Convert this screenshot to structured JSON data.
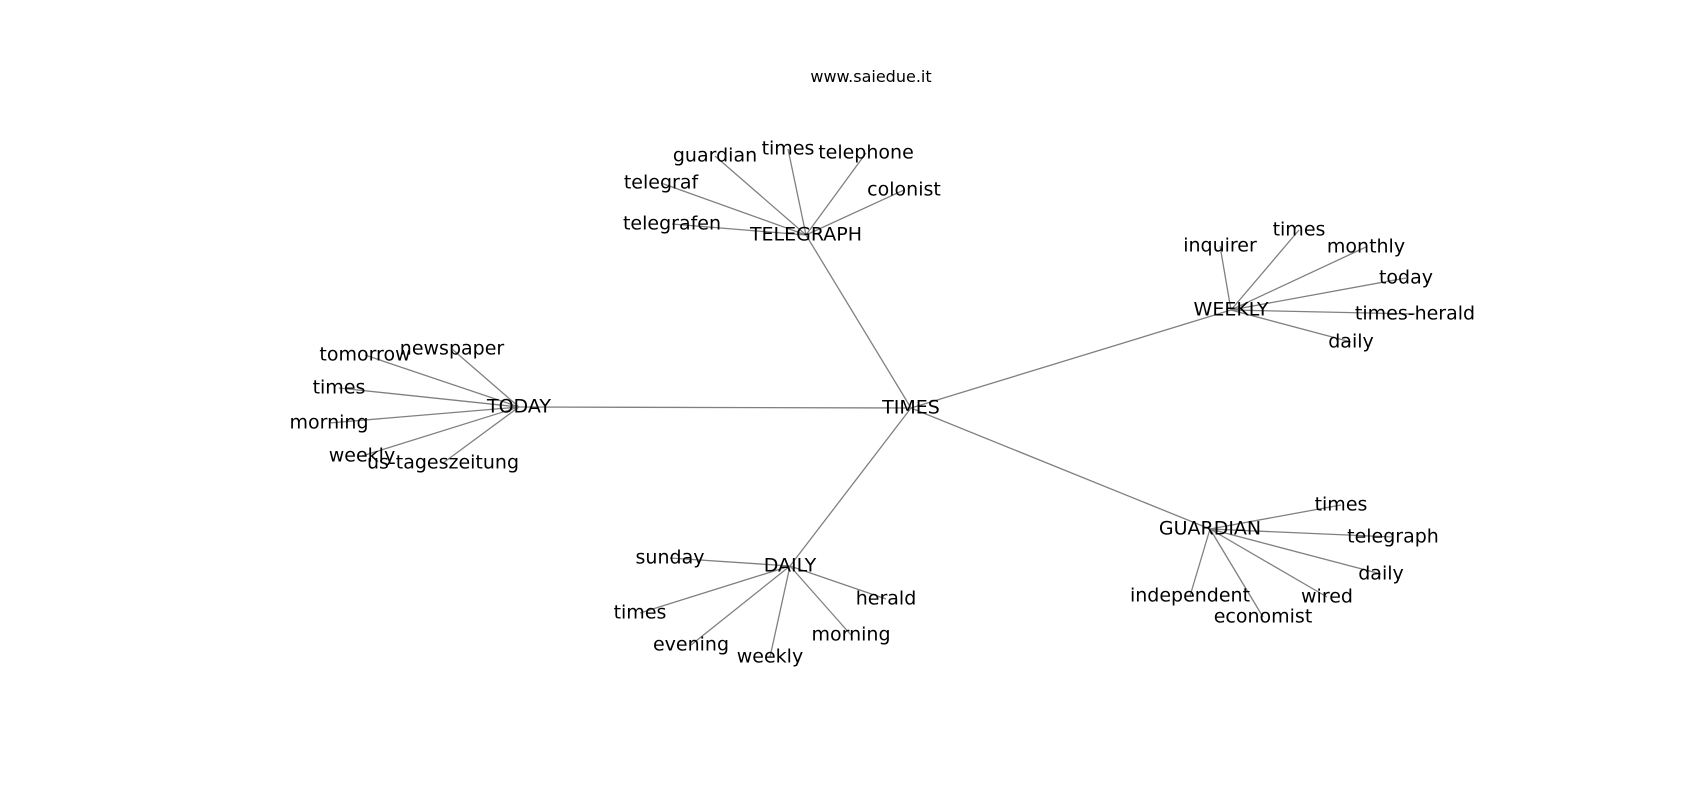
{
  "watermark": "www.saiedue.it",
  "graph": {
    "root": "TIMES",
    "hubs": [
      {
        "label": "TELEGRAPH",
        "leaves": [
          "guardian",
          "times",
          "telephone",
          "telegraf",
          "colonist",
          "telegrafen"
        ]
      },
      {
        "label": "WEEKLY",
        "leaves": [
          "inquirer",
          "times",
          "monthly",
          "today",
          "times-herald",
          "daily"
        ]
      },
      {
        "label": "TODAY",
        "leaves": [
          "tomorrow",
          "newspaper",
          "times",
          "morning",
          "weekly",
          "us-tageszeitung"
        ]
      },
      {
        "label": "DAILY",
        "leaves": [
          "sunday",
          "herald",
          "times",
          "morning",
          "evening",
          "weekly"
        ]
      },
      {
        "label": "GUARDIAN",
        "leaves": [
          "times",
          "telegraph",
          "daily",
          "independent",
          "wired",
          "economist"
        ]
      }
    ]
  }
}
